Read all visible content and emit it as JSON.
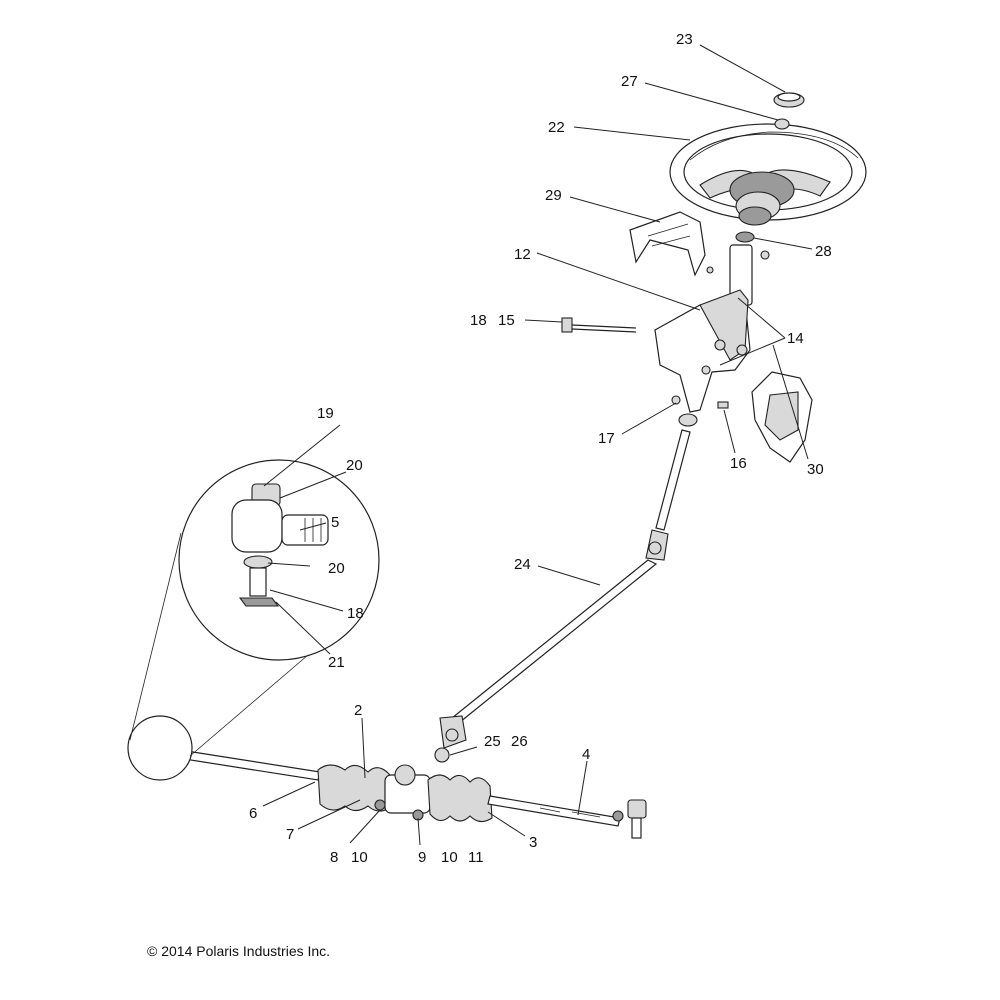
{
  "copyright": "© 2014 Polaris Industries Inc.",
  "callouts": [
    {
      "id": "c23",
      "text": "23"
    },
    {
      "id": "c27",
      "text": "27"
    },
    {
      "id": "c22",
      "text": "22"
    },
    {
      "id": "c29",
      "text": "29"
    },
    {
      "id": "c28",
      "text": "28"
    },
    {
      "id": "c12",
      "text": "12"
    },
    {
      "id": "c18a",
      "text": "18"
    },
    {
      "id": "c15",
      "text": "15"
    },
    {
      "id": "c14",
      "text": "14"
    },
    {
      "id": "c17",
      "text": "17"
    },
    {
      "id": "c16",
      "text": "16"
    },
    {
      "id": "c30",
      "text": "30"
    },
    {
      "id": "c19",
      "text": "19"
    },
    {
      "id": "c20a",
      "text": "20"
    },
    {
      "id": "c5",
      "text": "5"
    },
    {
      "id": "c20b",
      "text": "20"
    },
    {
      "id": "c18b",
      "text": "18"
    },
    {
      "id": "c21",
      "text": "21"
    },
    {
      "id": "c24",
      "text": "24"
    },
    {
      "id": "c2",
      "text": "2"
    },
    {
      "id": "c25",
      "text": "25"
    },
    {
      "id": "c26",
      "text": "26"
    },
    {
      "id": "c4",
      "text": "4"
    },
    {
      "id": "c6",
      "text": "6"
    },
    {
      "id": "c7",
      "text": "7"
    },
    {
      "id": "c3",
      "text": "3"
    },
    {
      "id": "c8",
      "text": "8"
    },
    {
      "id": "c10a",
      "text": "10"
    },
    {
      "id": "c9",
      "text": "9"
    },
    {
      "id": "c10b",
      "text": "10"
    },
    {
      "id": "c11",
      "text": "11"
    }
  ]
}
